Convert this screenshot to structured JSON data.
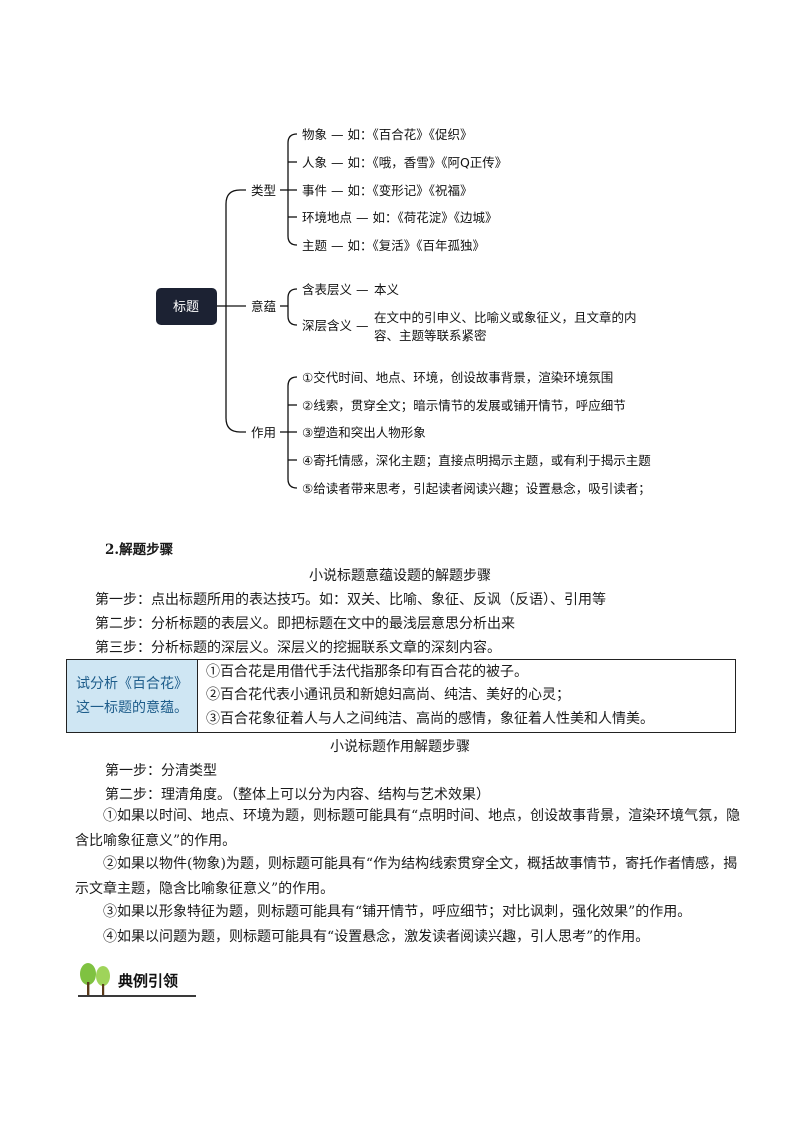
{
  "mindmap": {
    "root": "标题",
    "branches": [
      {
        "label": "类型",
        "items": [
          "物象 — 如：《百合花》《促织》",
          "人象 — 如：《哦，香雪》《阿Q正传》",
          "事件 — 如：《变形记》《祝福》",
          "环境地点 — 如：《荷花淀》《边城》",
          "主题 — 如：《复活》《百年孤独》"
        ]
      },
      {
        "label": "意蕴",
        "items": [
          {
            "term": "含表层义 —",
            "text": "本义"
          },
          {
            "term": "深层含义 —",
            "text": "在文中的引申义、比喻义或象征义，且文章的内容、主题等联系紧密"
          }
        ]
      },
      {
        "label": "作用",
        "items": [
          "①交代时间、地点、环境，创设故事背景，渲染环境氛围",
          "②线索，贯穿全文；暗示情节的发展或铺开情节，呼应细节",
          "③塑造和突出人物形象",
          "④寄托情感，深化主题；直接点明揭示主题，或有利于揭示主题",
          "⑤给读者带来思考，引起读者阅读兴趣；设置悬念，吸引读者；"
        ]
      }
    ],
    "deep_meaning_lines": [
      "在文中的引申义、比喻义或象征义，且文章的内",
      "容、主题等联系紧密"
    ]
  },
  "section2": {
    "heading": "2.解题步骤",
    "title1": "小说标题意蕴设题的解题步骤",
    "steps1": [
      "第一步：点出标题所用的表达技巧。如：双关、比喻、象征、反讽（反语）、引用等",
      "第二步：分析标题的表层义。即把标题在文中的最浅层意思分析出来",
      "第三步：分析标题的深层义。深层义的挖掘联系文章的深刻内容。"
    ],
    "example": {
      "question_lines": [
        "试分析《百合花》",
        "这一标题的意蕴。"
      ],
      "answers": [
        "①百合花是用借代手法代指那条印有百合花的被子。",
        "②百合花代表小通讯员和新媳妇高尚、纯洁、美好的心灵；",
        "③百合花象征着人与人之间纯洁、高尚的感情，象征着人性美和人情美。"
      ]
    },
    "title2": "小说标题作用解题步骤",
    "steps2": [
      "第一步：分清类型",
      "第二步：理清角度。（整体上可以分为内容、结构与艺术效果）"
    ],
    "paragraphs": [
      "①如果以时间、地点、环境为题，则标题可能具有“点明时间、地点，创设故事背景，渲染环境气氛，隐含比喻象征意义”的作用。",
      "②如果以物件(物象)为题，则标题可能具有“作为结构线索贯穿全文，概括故事情节，寄托作者情感，揭示文章主题，隐含比喻象征意义”的作用。",
      "③如果以形象特征为题，则标题可能具有“铺开情节，呼应细节；对比讽刺，强化效果”的作用。",
      "④如果以问题为题，则标题可能具有“设置悬念，激发读者阅读兴趣，引人思考”的作用。"
    ]
  },
  "banner": {
    "label": "典例引领",
    "icon": "tree-icon"
  },
  "colors": {
    "root_box": "#1c2233",
    "label_cell_bg": "#cfe6f3",
    "label_cell_text": "#1d5c8a",
    "tree_green": "#7fc241"
  }
}
